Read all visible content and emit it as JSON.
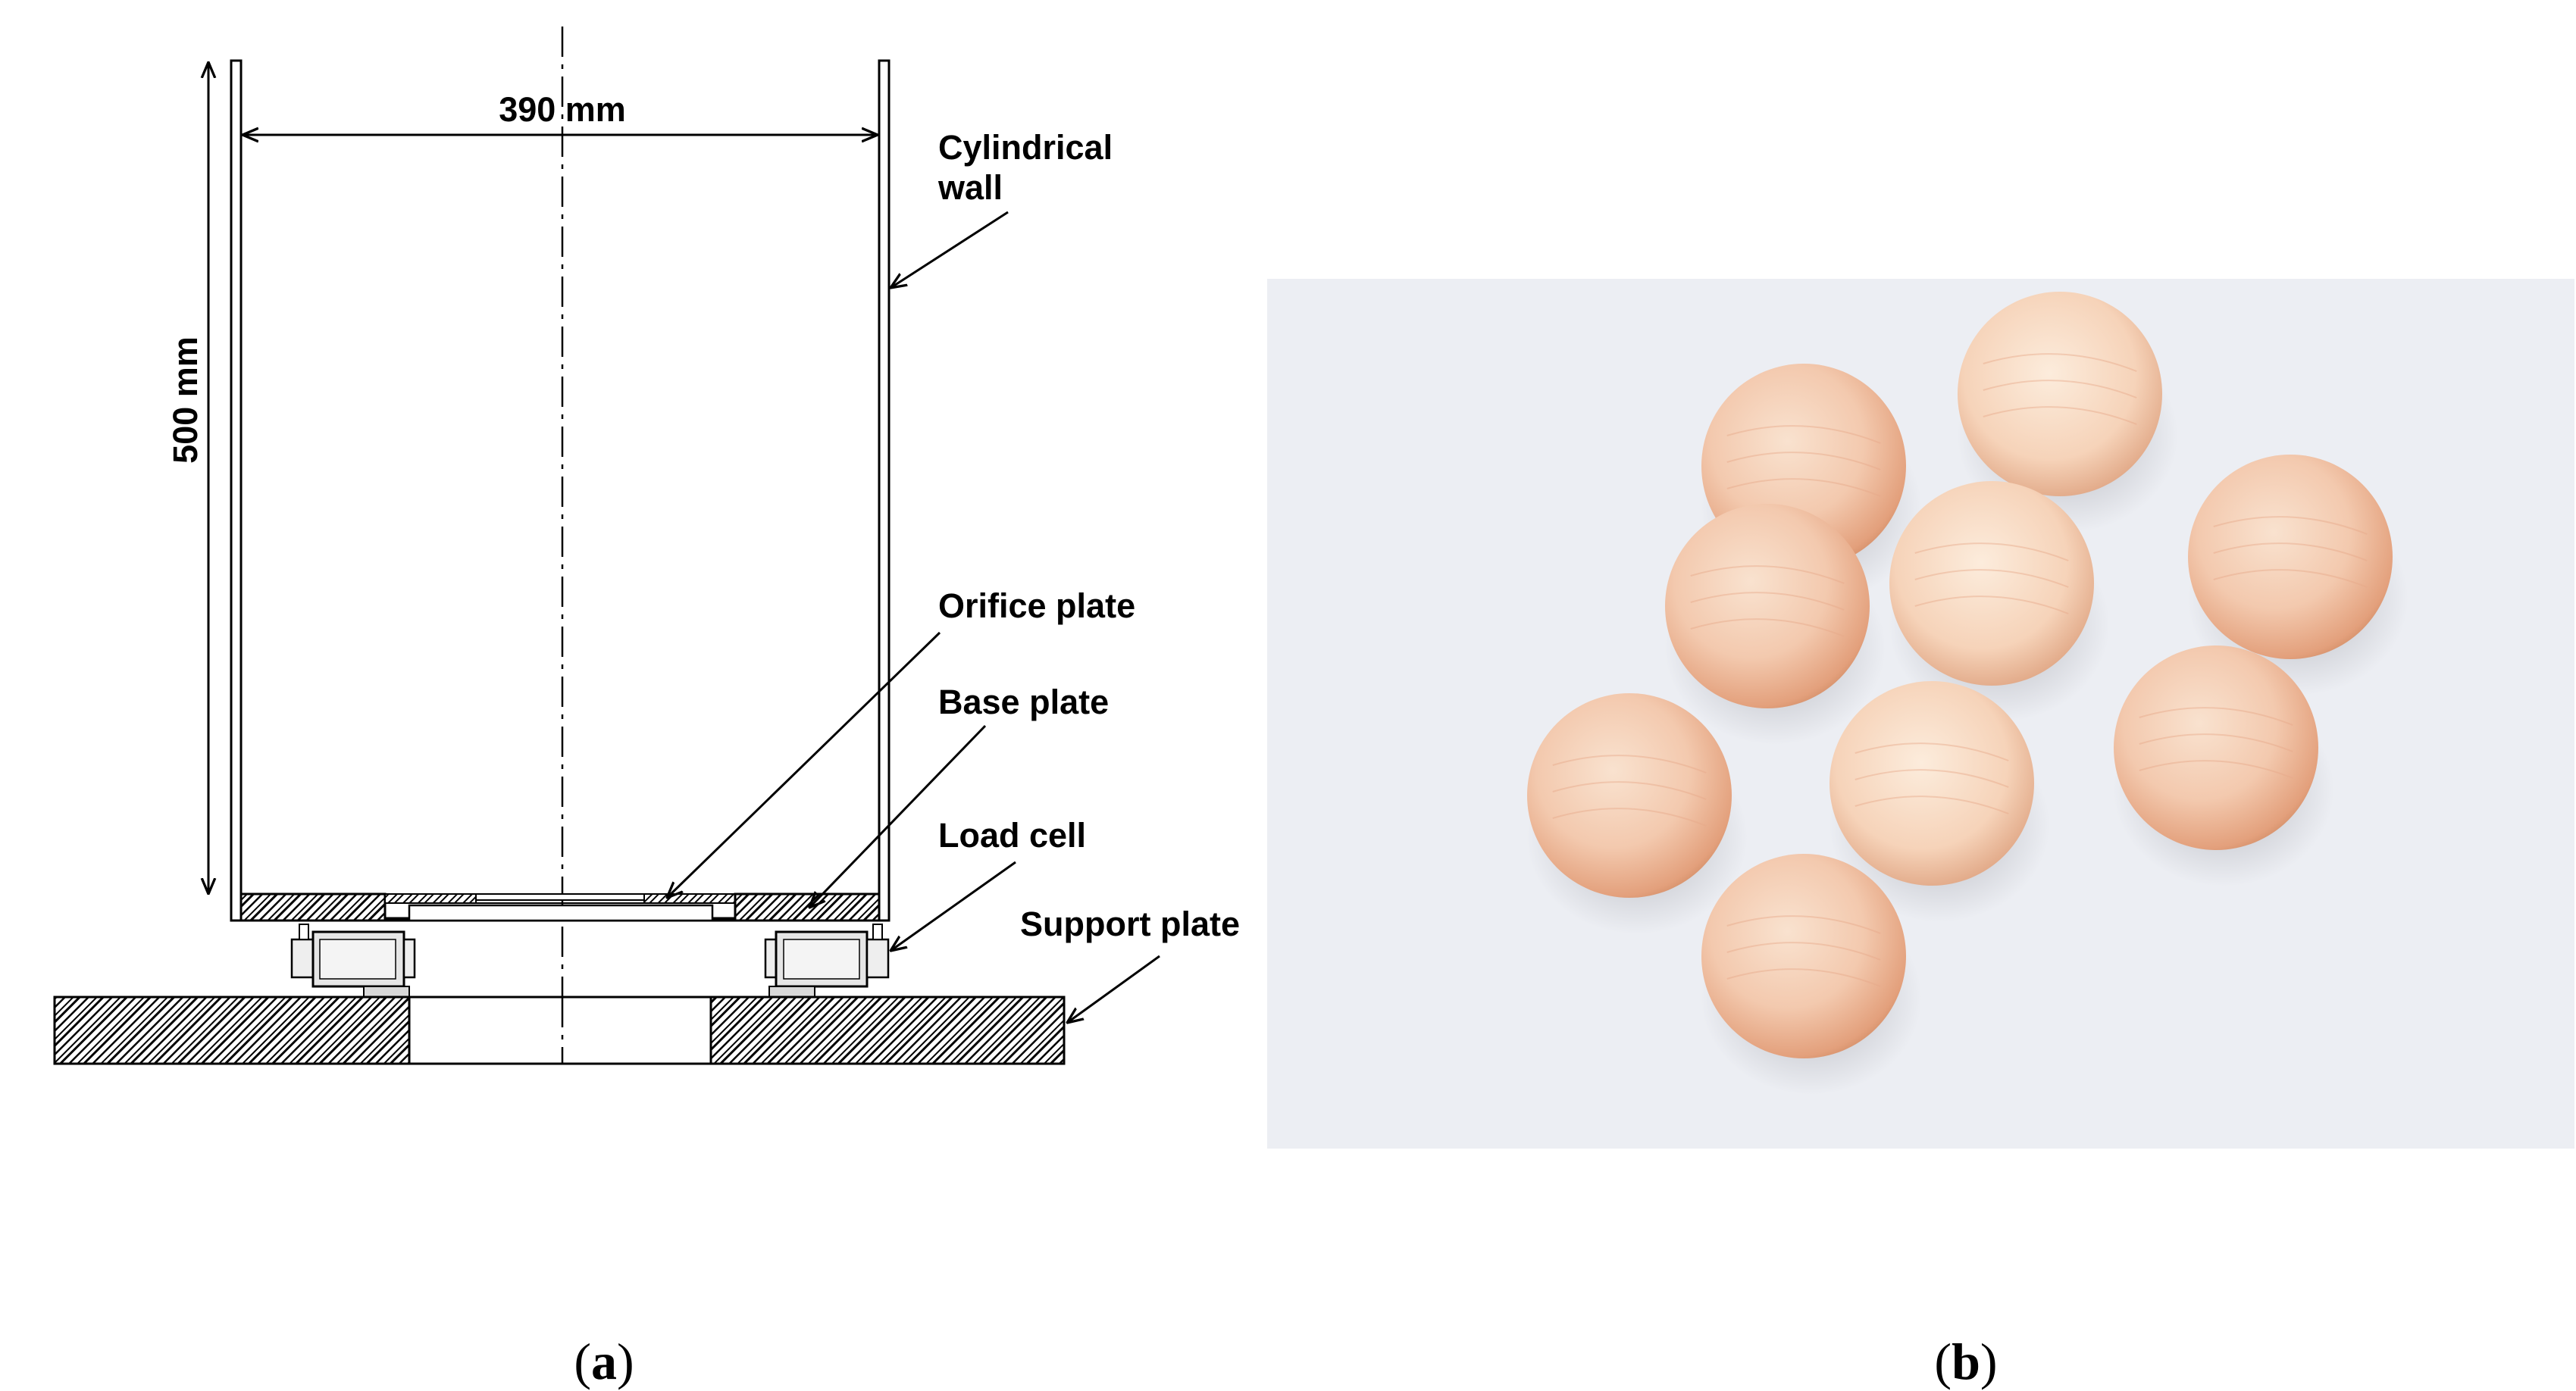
{
  "diagram": {
    "dimensions": {
      "width_label": "390 mm",
      "height_label": "500 mm"
    },
    "components": {
      "cylindrical_wall": [
        "Cylindrical",
        "wall"
      ],
      "orifice_plate": "Orifice plate",
      "base_plate": "Base plate",
      "load_cell": "Load cell",
      "support_plate": "Support plate"
    }
  },
  "photo": {
    "subject": "wooden spheres",
    "sphere_count": 9,
    "background_color": "#eceef3",
    "wood_color": "#f1c6ad"
  },
  "captions": {
    "a": {
      "open": "(",
      "letter": "a",
      "close": ")"
    },
    "b": {
      "open": "(",
      "letter": "b",
      "close": ")"
    }
  }
}
